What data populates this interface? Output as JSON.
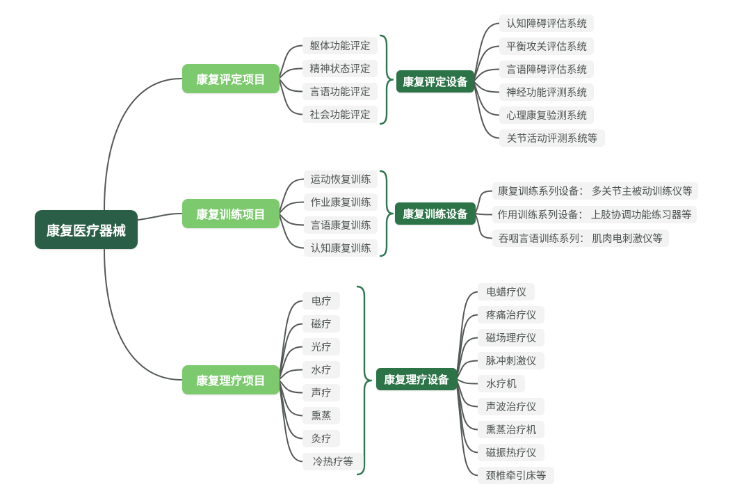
{
  "root": {
    "label": "康复医疗器械"
  },
  "branches": [
    {
      "label": "康复评定项目",
      "items": [
        "躯体功能评定",
        "精神状态评定",
        "言语功能评定",
        "社会功能评定"
      ],
      "device": {
        "label": "康复评定设备",
        "items": [
          "认知障碍评估系统",
          "平衡攻关评估系统",
          "言语障碍评估系统",
          "神经功能评测系统",
          "心理康复验测系统",
          "关节活动评测系统等"
        ]
      }
    },
    {
      "label": "康复训练项目",
      "items": [
        "运动恢复训练",
        "作业康复训练",
        "言语康复训练",
        "认知康复训练"
      ],
      "device": {
        "label": "康复训练设备",
        "items": [
          "康复训练系列设备： 多关节主被动训练仪等",
          "作用训练系列设备： 上肢协调功能练习器等",
          "吞咽言语训练系列： 肌肉电刺激仪等"
        ]
      }
    },
    {
      "label": "康复理疗项目",
      "items": [
        "电疗",
        "磁疗",
        "光疗",
        "水疗",
        "声疗",
        "熏蒸",
        "灸疗",
        "冷热疗等"
      ],
      "device": {
        "label": "康复理疗设备",
        "items": [
          "电蜡疗仪",
          "疼痛治疗仪",
          "磁场理疗仪",
          "脉冲刺激仪",
          "水疗机",
          "声波治疗仪",
          "熏蒸治疗机",
          "磁振热疗仪",
          "颈椎牵引床等"
        ]
      }
    }
  ],
  "colors": {
    "root_bg": "#2a5e46",
    "branch_bg": "#7cc96e",
    "device_bg": "#2d7348",
    "leaf_bg": "#f3f3f3",
    "leaf_text": "#4c534f",
    "connector": "#545956",
    "brace": "#2f7750",
    "canvas_bg": "#ffffff"
  }
}
